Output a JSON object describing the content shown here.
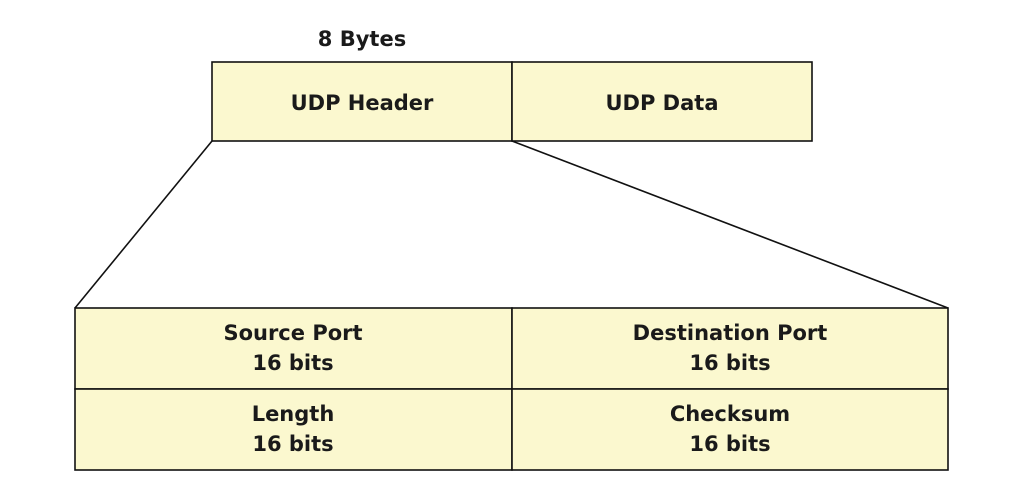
{
  "header_size_label": "8 Bytes",
  "datagram": {
    "header_label": "UDP Header",
    "data_label": "UDP Data"
  },
  "header_fields": [
    {
      "name": "Source Port",
      "size": "16 bits"
    },
    {
      "name": "Destination Port",
      "size": "16 bits"
    },
    {
      "name": "Length",
      "size": "16 bits"
    },
    {
      "name": "Checksum",
      "size": "16 bits"
    }
  ],
  "colors": {
    "cell_fill": "#fbf8cf",
    "stroke": "#111111",
    "text": "#1a1a1a"
  }
}
